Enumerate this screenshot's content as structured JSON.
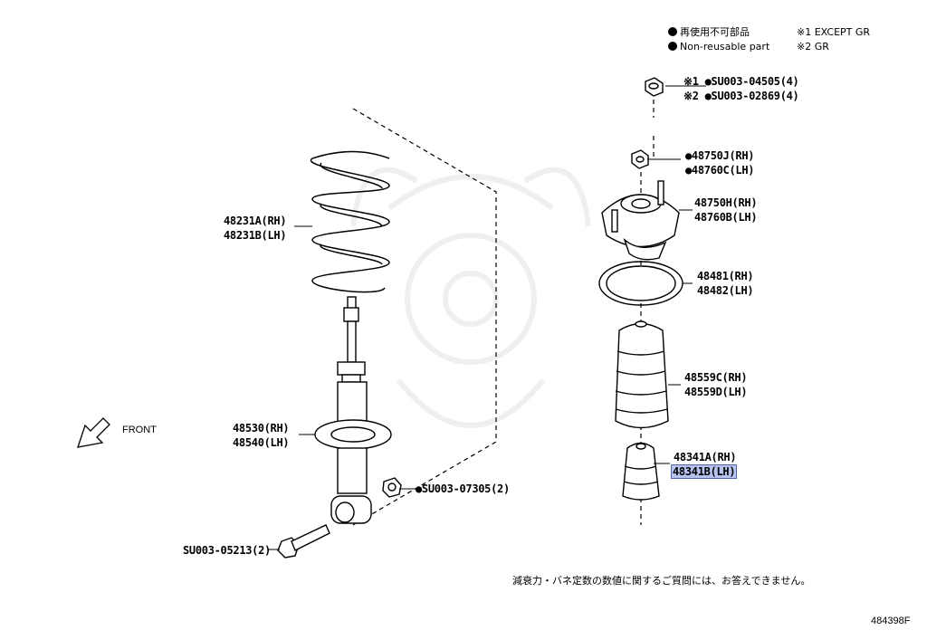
{
  "legend": {
    "ja": "再使用不可部品",
    "en": "Non-reusable part",
    "note1": "※1 EXCEPT GR",
    "note2": "※2 GR"
  },
  "parts": {
    "nut_gr_except": "※1 ●SU003-04505(4)",
    "nut_gr": "※2 ●SU003-02869(4)",
    "nut_rh": "●48750J(RH)",
    "nut_lh": "●48760C(LH)",
    "support_rh": "48750H(RH)",
    "support_lh": "48760B(LH)",
    "bearing_rh": "48481(RH)",
    "bearing_lh": "48482(LH)",
    "boot_rh": "48559C(RH)",
    "boot_lh": "48559D(LH)",
    "bumper_rh": "48341A(RH)",
    "bumper_lh": "48341B(LH)",
    "spring_rh": "48231A(RH)",
    "spring_lh": "48231B(LH)",
    "shock_rh": "48530(RH)",
    "shock_lh": "48540(LH)",
    "nut_bottom": "●SU003-07305(2)",
    "bolt": "SU003-05213(2)"
  },
  "front_label": "FRONT",
  "note_ja": "減衰力・バネ定数の数値に関するご質問には、お答えできません。",
  "diagram_code": "484398F",
  "colors": {
    "highlight": "#b7c2ee",
    "highlight_border": "#5563a8",
    "line": "#000000",
    "watermark": "#efefef"
  }
}
